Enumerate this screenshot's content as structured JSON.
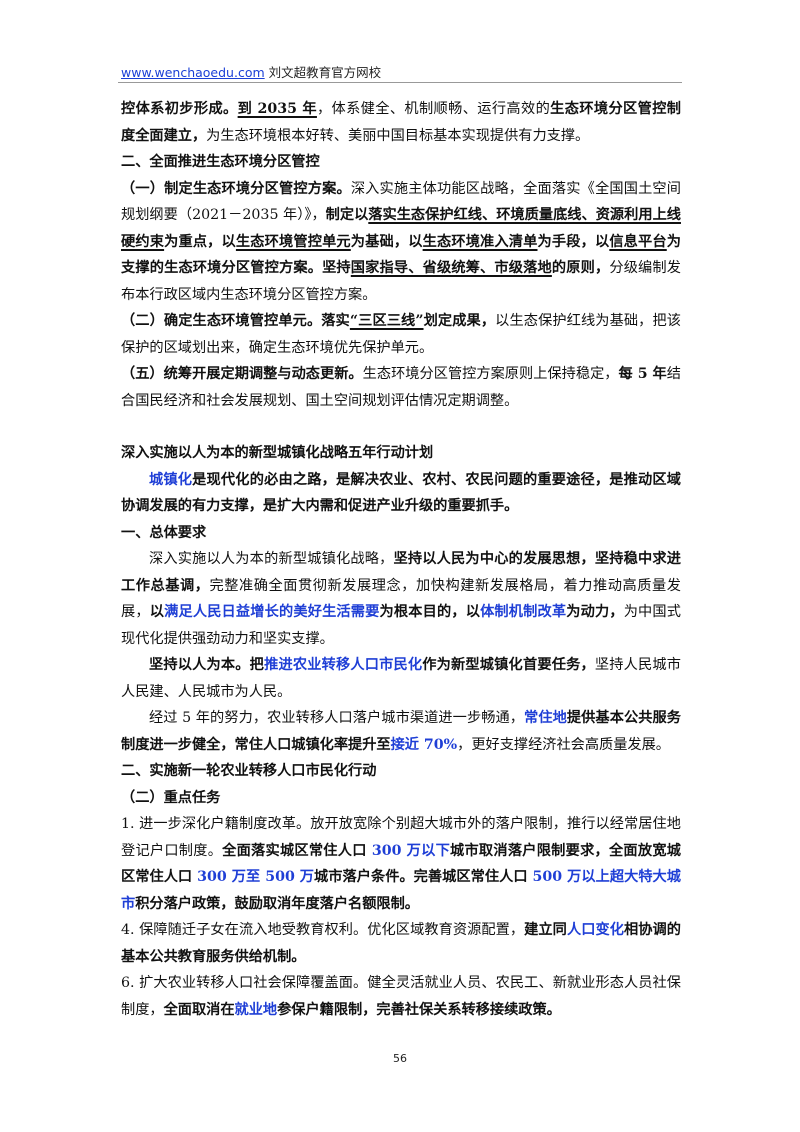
{
  "header": {
    "site": "www.wenchaoedu.com",
    "org": " 刘文超教育官方网校"
  },
  "lines": {
    "l1": {
      "a": "控体系初步形成。",
      "b": "到 2035 年",
      "c": "，体系健全、机制顺畅、运行高效的",
      "d": "生态环境分区管控制度全面建立，",
      "e": "为生态环境根本好转、美丽中国目标基本实现提供有力支撑。"
    },
    "h2": "二、全面推进生态环境分区管控",
    "p1": {
      "a": "（一）制定生态环境分区管控方案。",
      "b": "深入实施主体功能区战略，全面落实《全国国土空间规划纲要（2021－2035 年）》，",
      "c": "制定以",
      "d": "落实生态保护红线、环境质量底线、资源利用上线硬约束",
      "e": "为重点，以",
      "f": "生态环境管控单元",
      "g": "为基础，以",
      "h": "生态环境准入清单",
      "i": "为手段，以",
      "j": "信息平台",
      "k": "为支撑的生态环境分区管控方案。坚持",
      "l": "国家指导、省级统筹、市级落地",
      "m": "的原则，",
      "n": "分级编制发布本行政区域内生态环境分区管控方案。"
    },
    "p2": {
      "a": "（二）确定生态环境管控单元。落实",
      "b": "“三区三线”",
      "c": "划定成果，",
      "d": "以生态保护红线为基础，把该保护的区域划出来，确定生态环境优先保护单元。"
    },
    "p3": {
      "a": "（五）统筹开展定期调整与动态更新。",
      "b": "生态环境分区管控方案原则上保持稳定，",
      "c": "每 5 年",
      "d": "结合国民经济和社会发展规划、国土空间规划评估情况定期调整。"
    },
    "title2": "深入实施以人为本的新型城镇化战略五年行动计划",
    "p4": {
      "a": "城镇化",
      "b": "是现代化的必由之路，是解决农业、农村、农民问题的重要途径，是推动区域协调发展的有力支撑，是扩大内需和促进产业升级的重要抓手。"
    },
    "h3": "一、总体要求",
    "p5": {
      "a": "深入实施以人为本的新型城镇化战略，",
      "b": "坚持以人民为中心的发展思想，坚持稳中求进工作总基调，",
      "c": "完整准确全面贯彻新发展理念，加快构建新发展格局，着力推动高质量发展，",
      "d": "以",
      "e": "满足人民日益增长的美好生活需要",
      "f": "为根本目的，以",
      "g": "体制机制改革",
      "h": "为动力，",
      "i": "为中国式现代化提供强劲动力和坚实支撑。"
    },
    "p6": {
      "a": "坚持以人为本。把",
      "b": "推进农业转移人口市民化",
      "c": "作为新型城镇化首要任务，",
      "d": "坚持人民城市人民建、人民城市为人民。"
    },
    "p7": {
      "a": "经过 5 年的努力，农业转移人口落户城市渠道进一步畅通，",
      "b": "常住地",
      "c": "提供基本公共服务制度进一步健全，常住人口城镇化率提升至",
      "d": "接近 70%",
      "e": "，",
      "f": "更好支撑经济社会高质量发展。"
    },
    "h4": "二、实施新一轮农业转移人口市民化行动",
    "h5": "（二）重点任务",
    "p8": {
      "a": "1. 进一步深化户籍制度改革。放开放宽除个别超大城市外的落户限制，推行以经常居住地登记户口制度。",
      "b": "全面落实城区常住人口 ",
      "c": "300 万以下",
      "d": "城市取消落户限制要求，全面放宽城区常住人口 ",
      "e": "300 万至 500 万",
      "f": "城市落户条件。完善城区常住人口 ",
      "g": "500 万以上超大特大城市",
      "h": "积分落户政策，鼓励取消年度落户名额限制。"
    },
    "p9": {
      "a": "4. 保障随迁子女在流入地受教育权利。优化区域教育资源配置，",
      "b": "建立同",
      "c": "人口变化",
      "d": "相协调的基本公共教育服务供给机制。"
    },
    "p10": {
      "a": "6. 扩大农业转移人口社会保障覆盖面。健全灵活就业人员、农民工、新就业形态人员社保制度，",
      "b": "全面取消在",
      "c": "就业地",
      "d": "参保户籍限制，完善社保关系转移接续政策。"
    }
  },
  "page_number": "56",
  "colors": {
    "link": "#1a3fd6",
    "highlight": "#1f3fd6"
  }
}
